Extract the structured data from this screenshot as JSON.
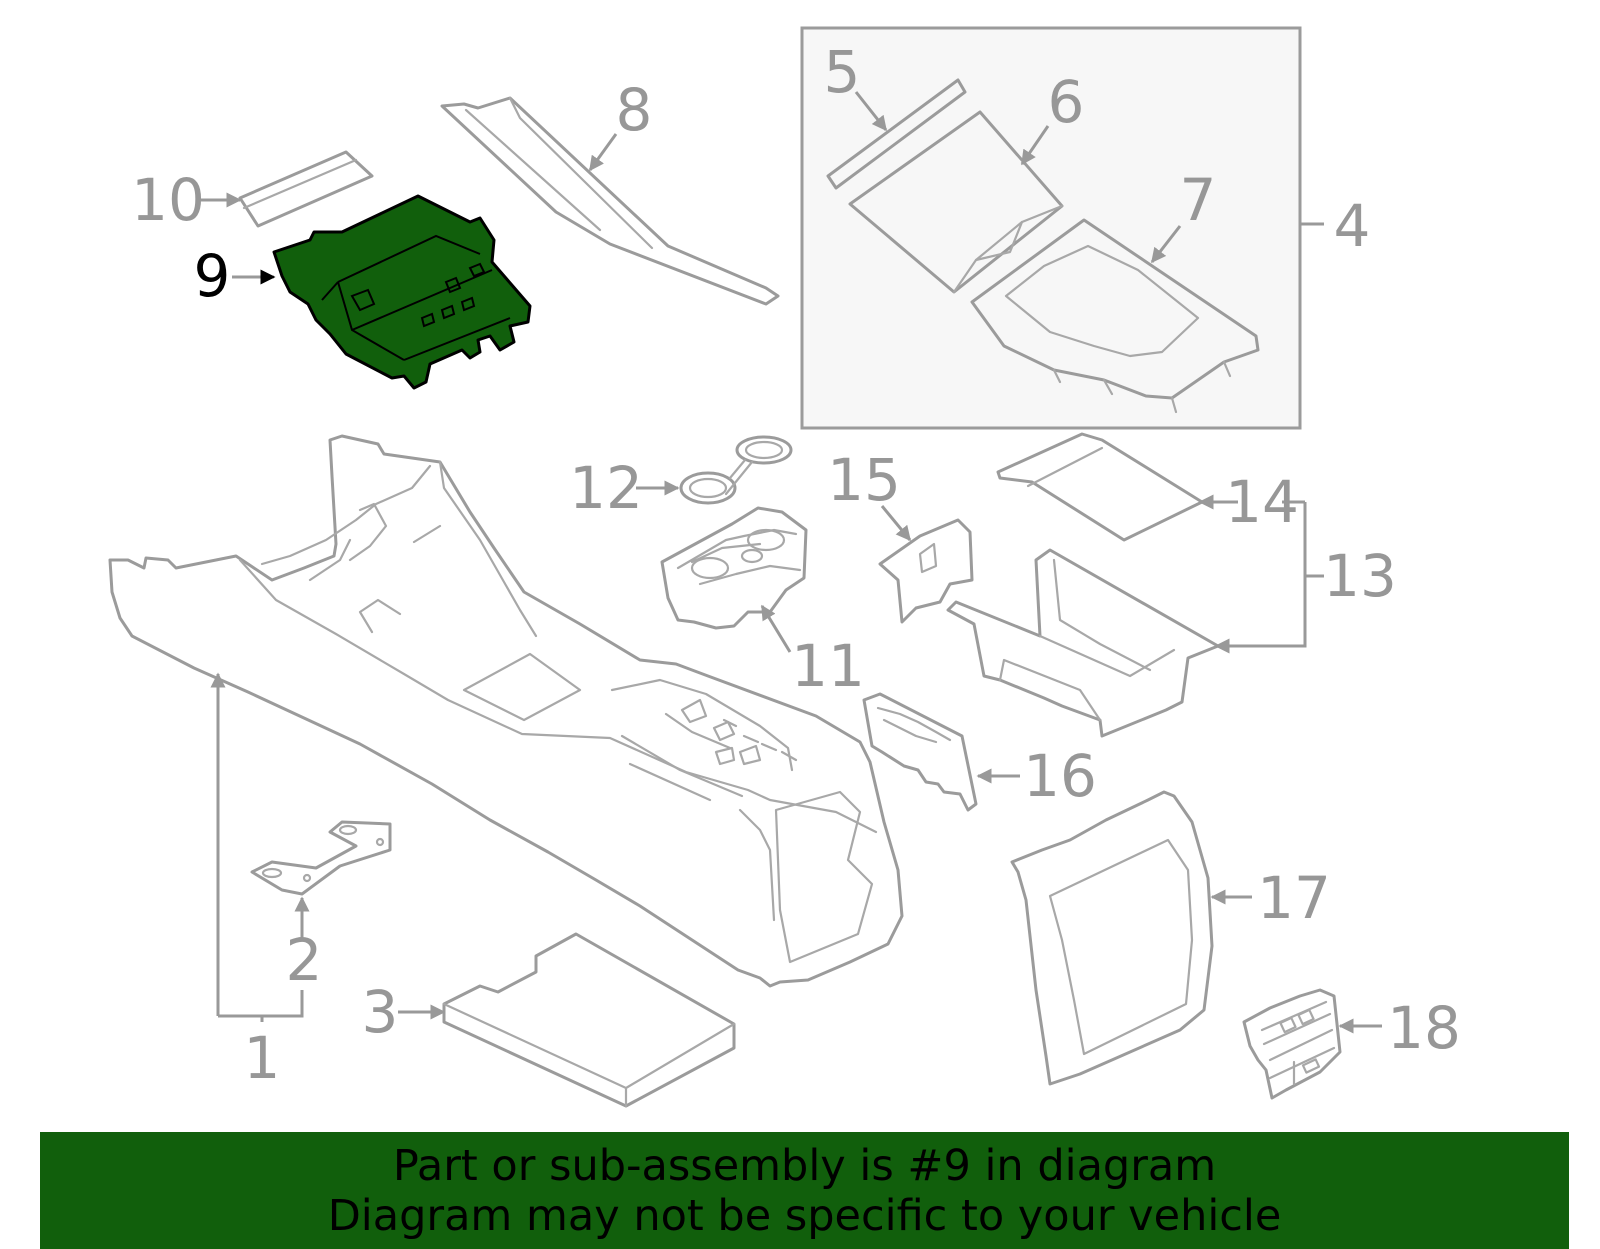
{
  "diagram": {
    "callouts": [
      "1",
      "2",
      "3",
      "4",
      "5",
      "6",
      "7",
      "8",
      "9",
      "10",
      "11",
      "12",
      "13",
      "14",
      "15",
      "16",
      "17",
      "18"
    ],
    "highlighted_callout": "9",
    "colors": {
      "highlight": "#115f0c",
      "line": "#9b9b9b",
      "label": "#979797",
      "subassembly_box": "#f7f7f7"
    }
  },
  "banner": {
    "line1": "Part or sub-assembly is #9 in diagram",
    "line2": "Diagram may not be specific to your vehicle"
  }
}
